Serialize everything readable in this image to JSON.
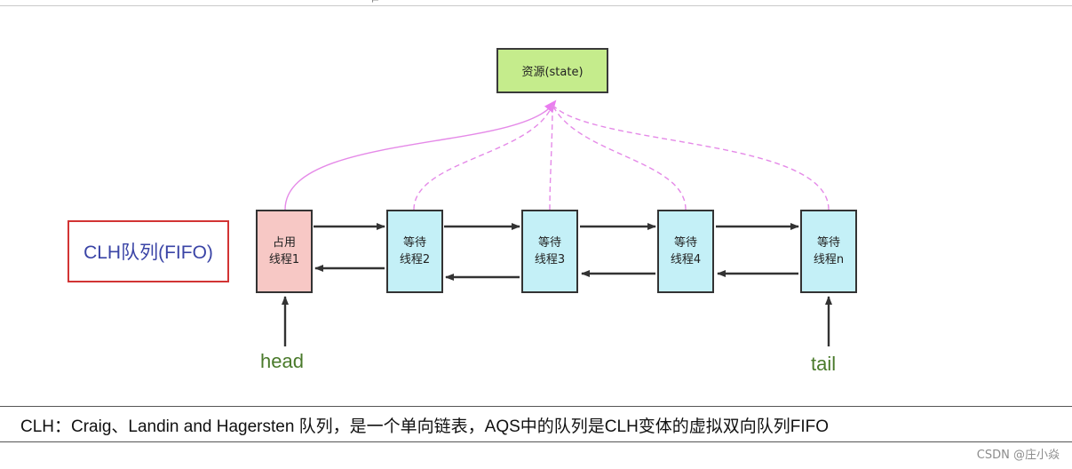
{
  "diagram": {
    "resource": {
      "label": "资源(state)"
    },
    "queue_label": "CLH队列(FIFO)",
    "nodes": [
      {
        "line1": "占用",
        "line2": "线程1",
        "status": "occupied"
      },
      {
        "line1": "等待",
        "line2": "线程2",
        "status": "waiting"
      },
      {
        "line1": "等待",
        "line2": "线程3",
        "status": "waiting"
      },
      {
        "line1": "等待",
        "line2": "线程4",
        "status": "waiting"
      },
      {
        "line1": "等待",
        "line2": "线程n",
        "status": "waiting"
      }
    ],
    "head_label": "head",
    "tail_label": "tail"
  },
  "caption": "CLH：Craig、Landin and Hagersten 队列，是一个单向链表，AQS中的队列是CLH变体的虚拟双向队列FIFO",
  "watermark": "CSDN @庄小焱",
  "colors": {
    "resource_fill": "#c5ec8c",
    "occupied_fill": "#f7c8c5",
    "waiting_fill": "#c4f0f7",
    "curve_color": "#e58ae8",
    "queue_border": "#d23434",
    "queue_text": "#3a44a6",
    "pointer_text": "#4a7a2b"
  }
}
